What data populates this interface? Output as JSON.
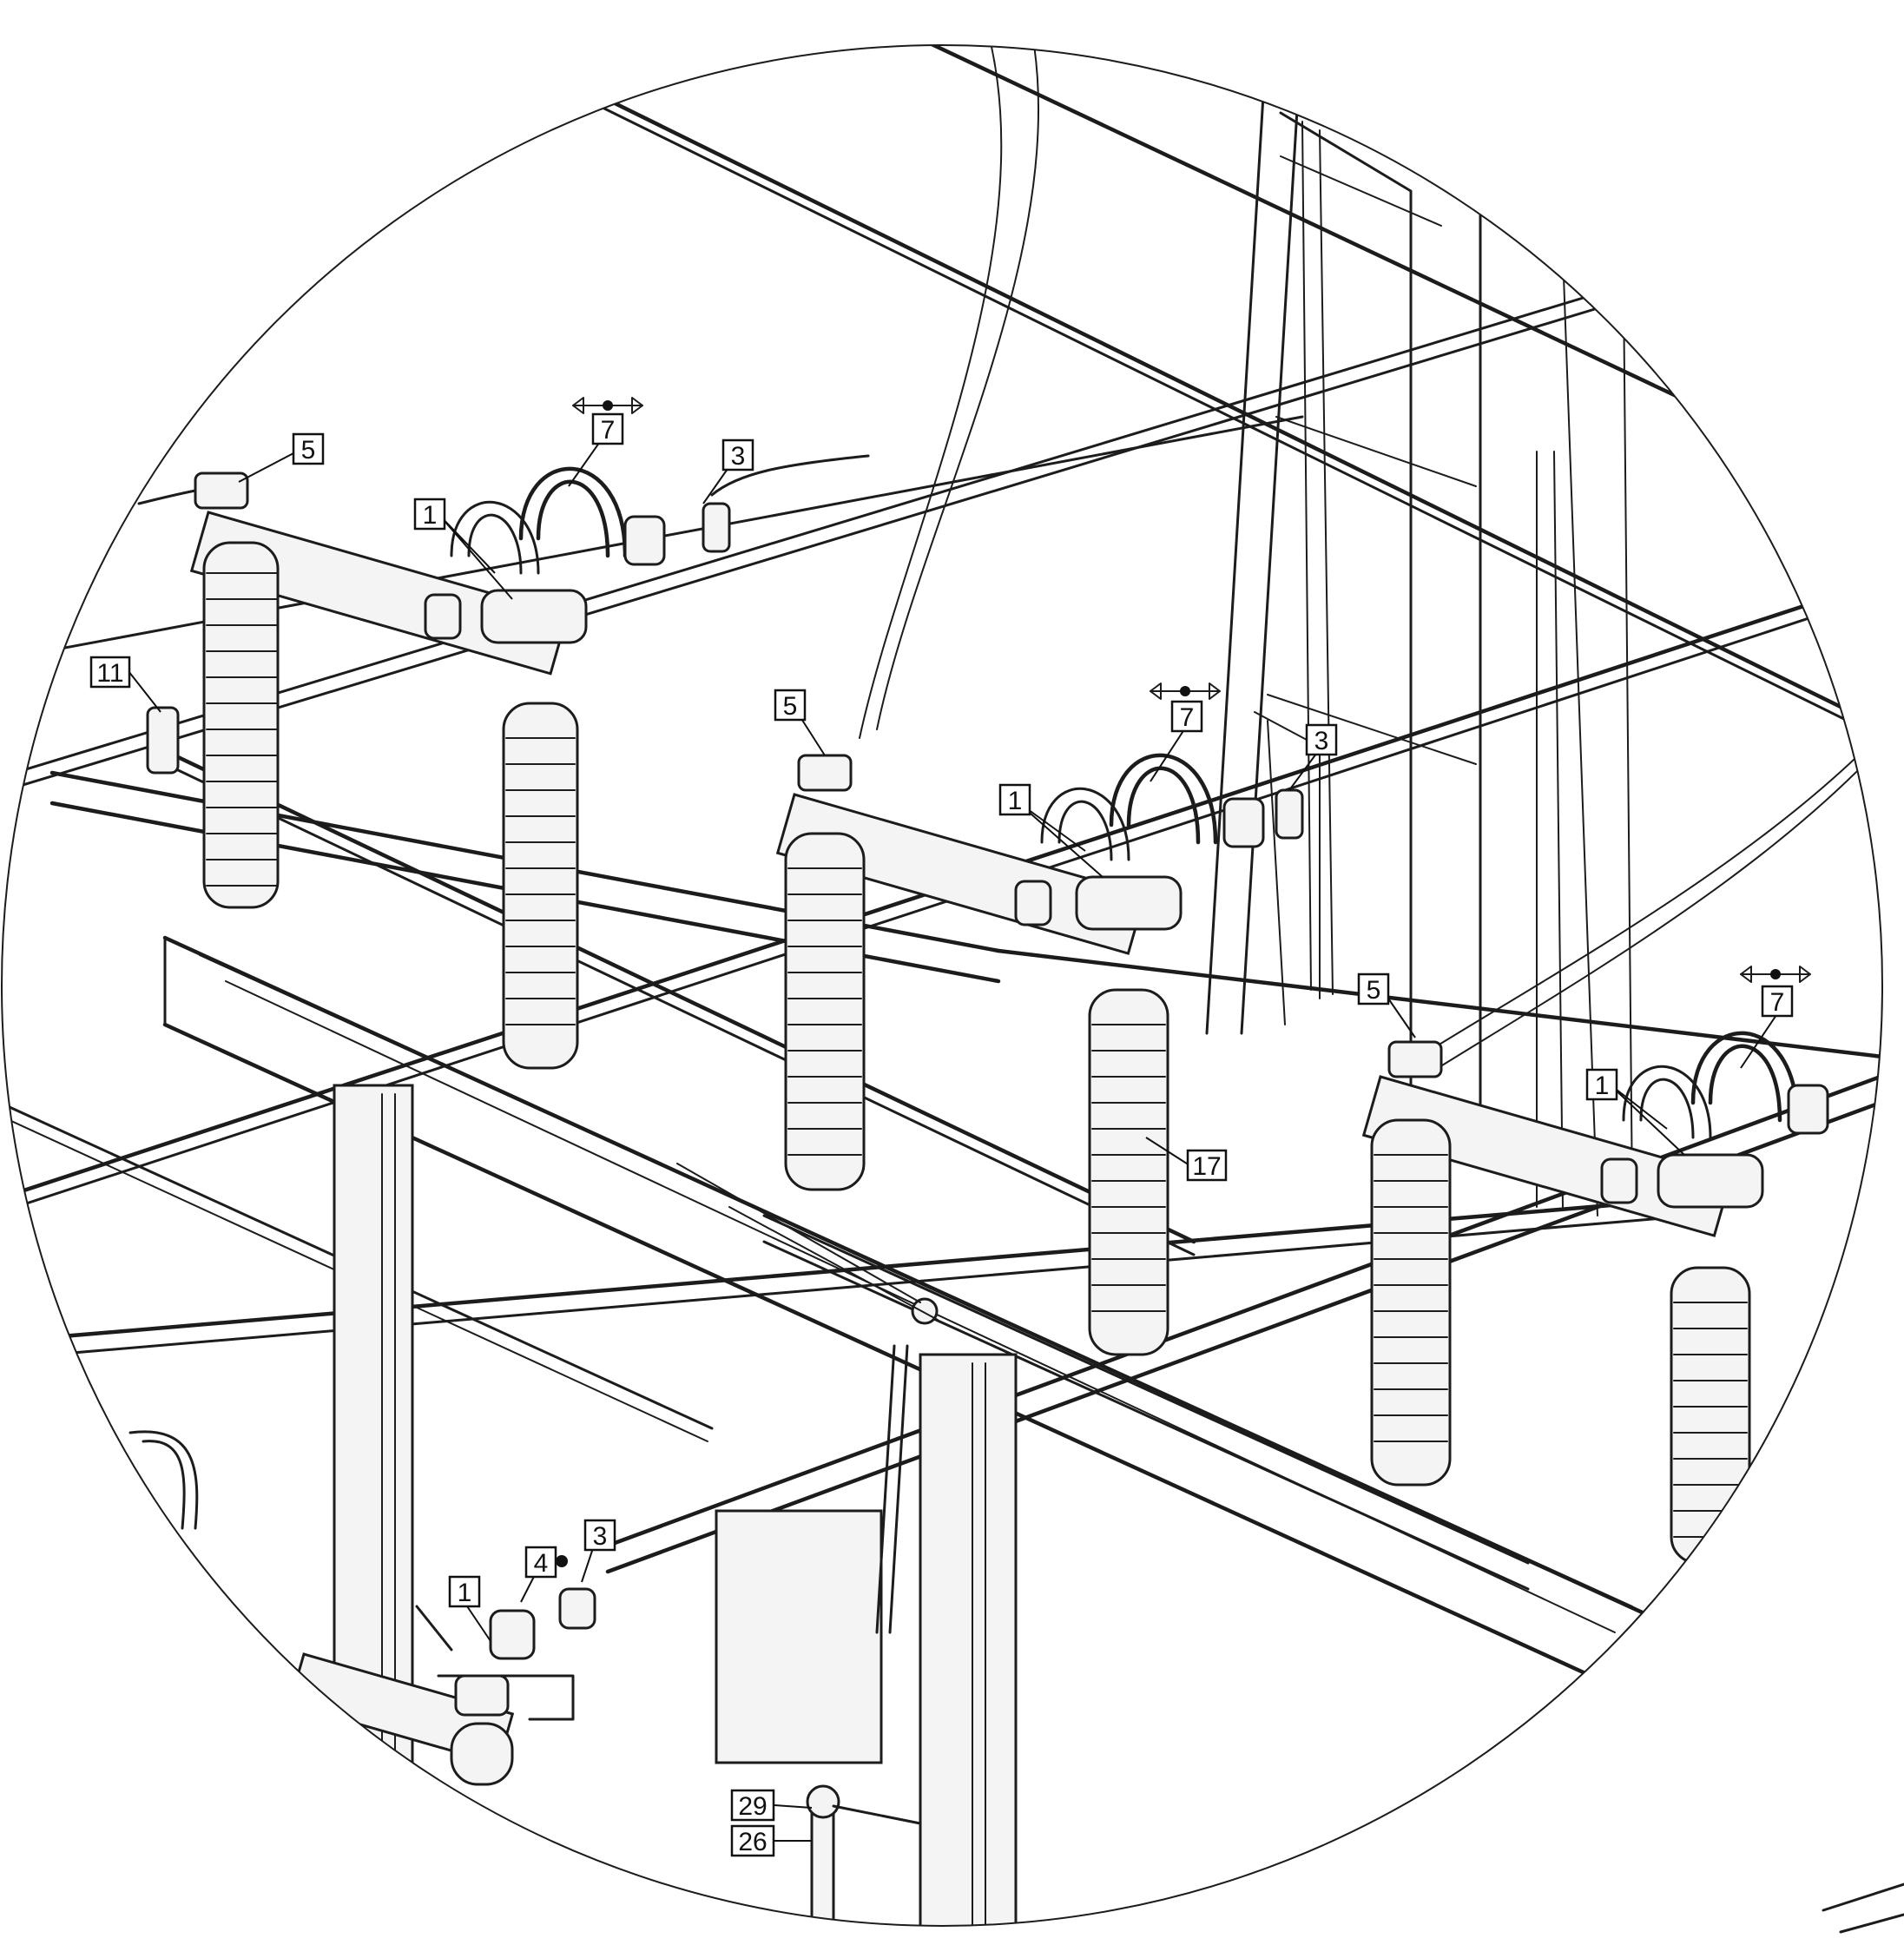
{
  "callouts": [
    {
      "id": "c5a",
      "text": "5"
    },
    {
      "id": "c7a",
      "text": "7"
    },
    {
      "id": "c3a",
      "text": "3"
    },
    {
      "id": "c1a",
      "text": "1"
    },
    {
      "id": "c11",
      "text": "11"
    },
    {
      "id": "c5b",
      "text": "5"
    },
    {
      "id": "c7b",
      "text": "7"
    },
    {
      "id": "c1b",
      "text": "1"
    },
    {
      "id": "c3b",
      "text": "3"
    },
    {
      "id": "c5c",
      "text": "5"
    },
    {
      "id": "c7c",
      "text": "7"
    },
    {
      "id": "c1c",
      "text": "1"
    },
    {
      "id": "c17",
      "text": "17"
    },
    {
      "id": "c1d",
      "text": "1"
    },
    {
      "id": "c4",
      "text": "4"
    },
    {
      "id": "c3c",
      "text": "3"
    },
    {
      "id": "c29",
      "text": "29"
    },
    {
      "id": "c26",
      "text": "26"
    }
  ]
}
